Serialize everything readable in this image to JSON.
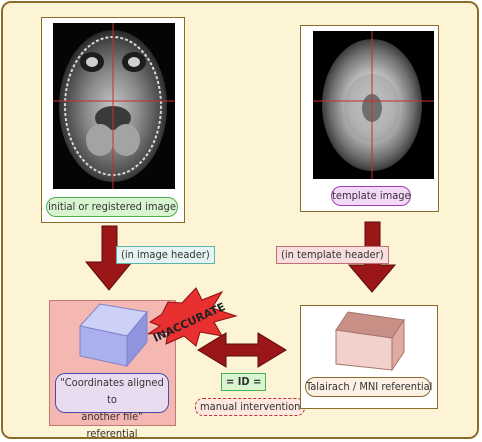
{
  "panels": {
    "source": {
      "caption": "initial or registered image"
    },
    "template": {
      "caption": "template image"
    },
    "aligned": {
      "caption_line1": "\"Coordinates aligned to",
      "caption_line2": "another file\" referential"
    },
    "talairach": {
      "caption": "Talairach / MNI referential"
    }
  },
  "arrows": {
    "left_label": "(in image header)",
    "right_label": "(in template header)"
  },
  "starburst": {
    "label": "INACCURATE"
  },
  "middle": {
    "id_label": "= ID =",
    "manual_label": "manual intervention"
  },
  "colors": {
    "background": "#fcf4d4",
    "frame": "#8a6d2a",
    "arrow": "#9b1616",
    "green": "#4caf50",
    "purple": "#a040b0",
    "blue": "#4a4aa8",
    "salmon": "#f5b7b1",
    "cube_blue": "#b8bdf0",
    "cube_pink": "#e7b4ac"
  }
}
